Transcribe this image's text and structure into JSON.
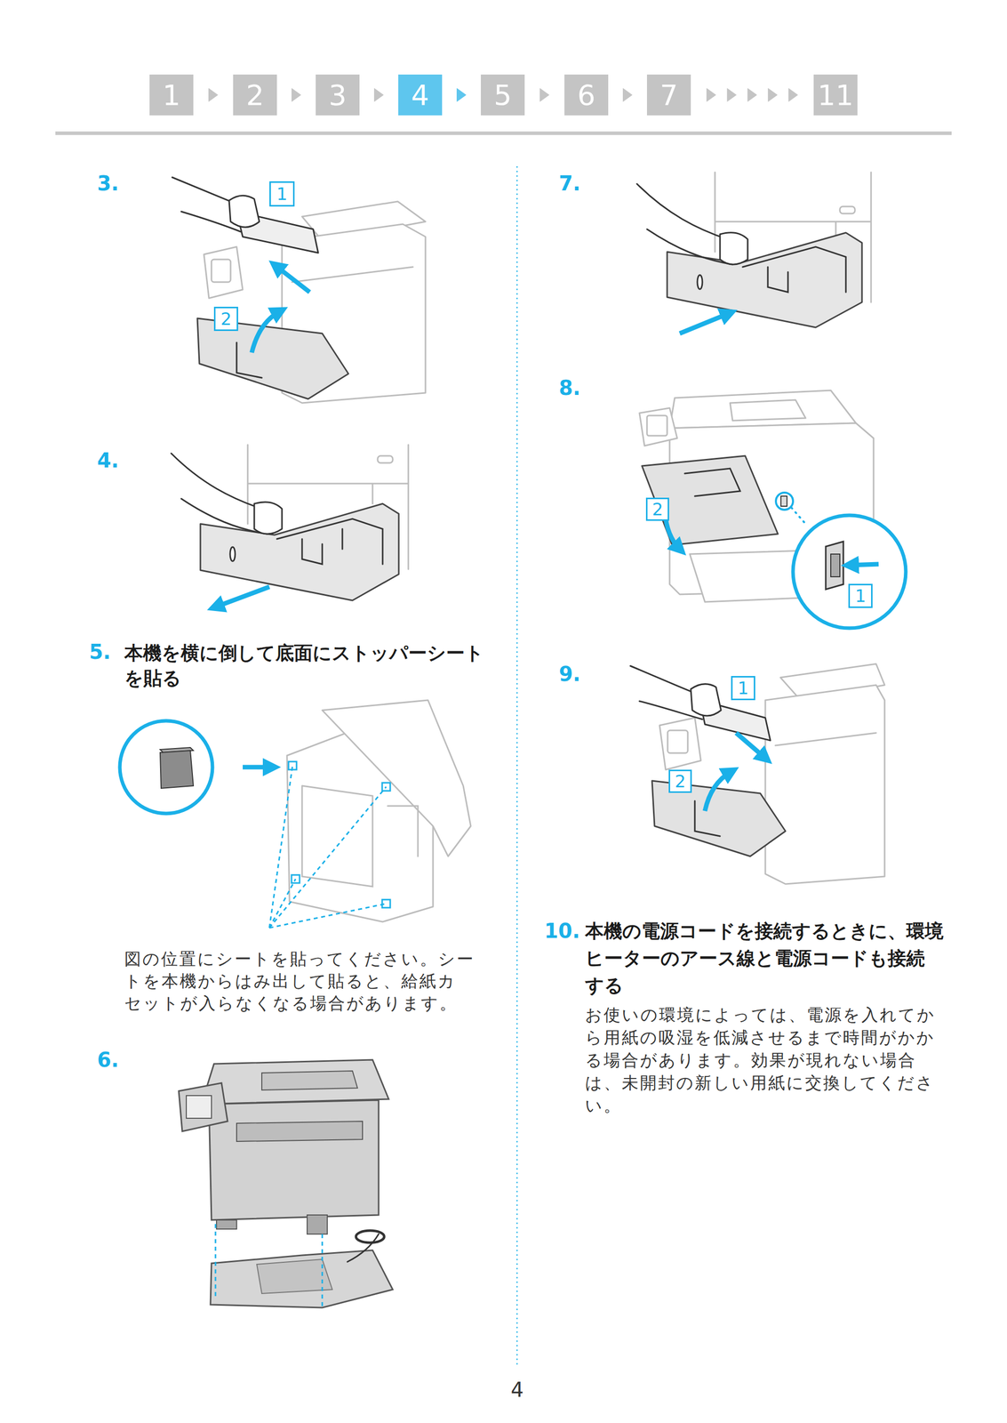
{
  "diagram": {
    "nodes": [
      {
        "text": [
          "1"
        ]
      },
      {
        "text": [
          "2"
        ]
      },
      {
        "text": [
          "3"
        ]
      },
      {
        "text": [
          "4"
        ]
      },
      {
        "text": [
          "5"
        ]
      },
      {
        "text": [
          "6"
        ]
      },
      {
        "text": [
          "7"
        ]
      },
      {
        "text": [
          "11"
        ]
      },
      {
        "text": [
          "1"
        ]
      },
      {
        "text": [
          "2"
        ]
      },
      {
        "text": [
          "2"
        ]
      },
      {
        "text": [
          "1"
        ]
      },
      {
        "text": [
          "1"
        ]
      },
      {
        "text": [
          "2"
        ]
      }
    ],
    "edges": [
      {
        "from": 0,
        "to": 1,
        "arrow": "to"
      },
      {
        "from": 1,
        "to": 2,
        "arrow": "to"
      },
      {
        "from": 2,
        "to": 3,
        "arrow": "to"
      },
      {
        "from": 3,
        "to": 4,
        "arrow": "to"
      },
      {
        "from": 4,
        "to": 5,
        "arrow": "to"
      },
      {
        "from": 5,
        "to": 6,
        "arrow": "to"
      },
      {
        "from": 6,
        "to": 7,
        "arrow": "to"
      }
    ],
    "labels": [
      "3.",
      "4.",
      "5.",
      "本機を横に倒して底面にストッパーシートを貼る",
      "図の位置にシートを貼ってください。シートを本機からはみ出して貼ると、給紙カセットが入らなくなる場合があります。",
      "6.",
      "7.",
      "8.",
      "9.",
      "10.",
      "本機の電源コードを接続するときに、環境ヒーターのアース線と電源コードも接続する",
      "お使いの環境によっては、電源を入れてから用紙の吸湿を低減させるまで時間がかかる場合があります。効果が現れない場合は、未開封の新しい用紙に交換してください。",
      "4"
    ]
  }
}
